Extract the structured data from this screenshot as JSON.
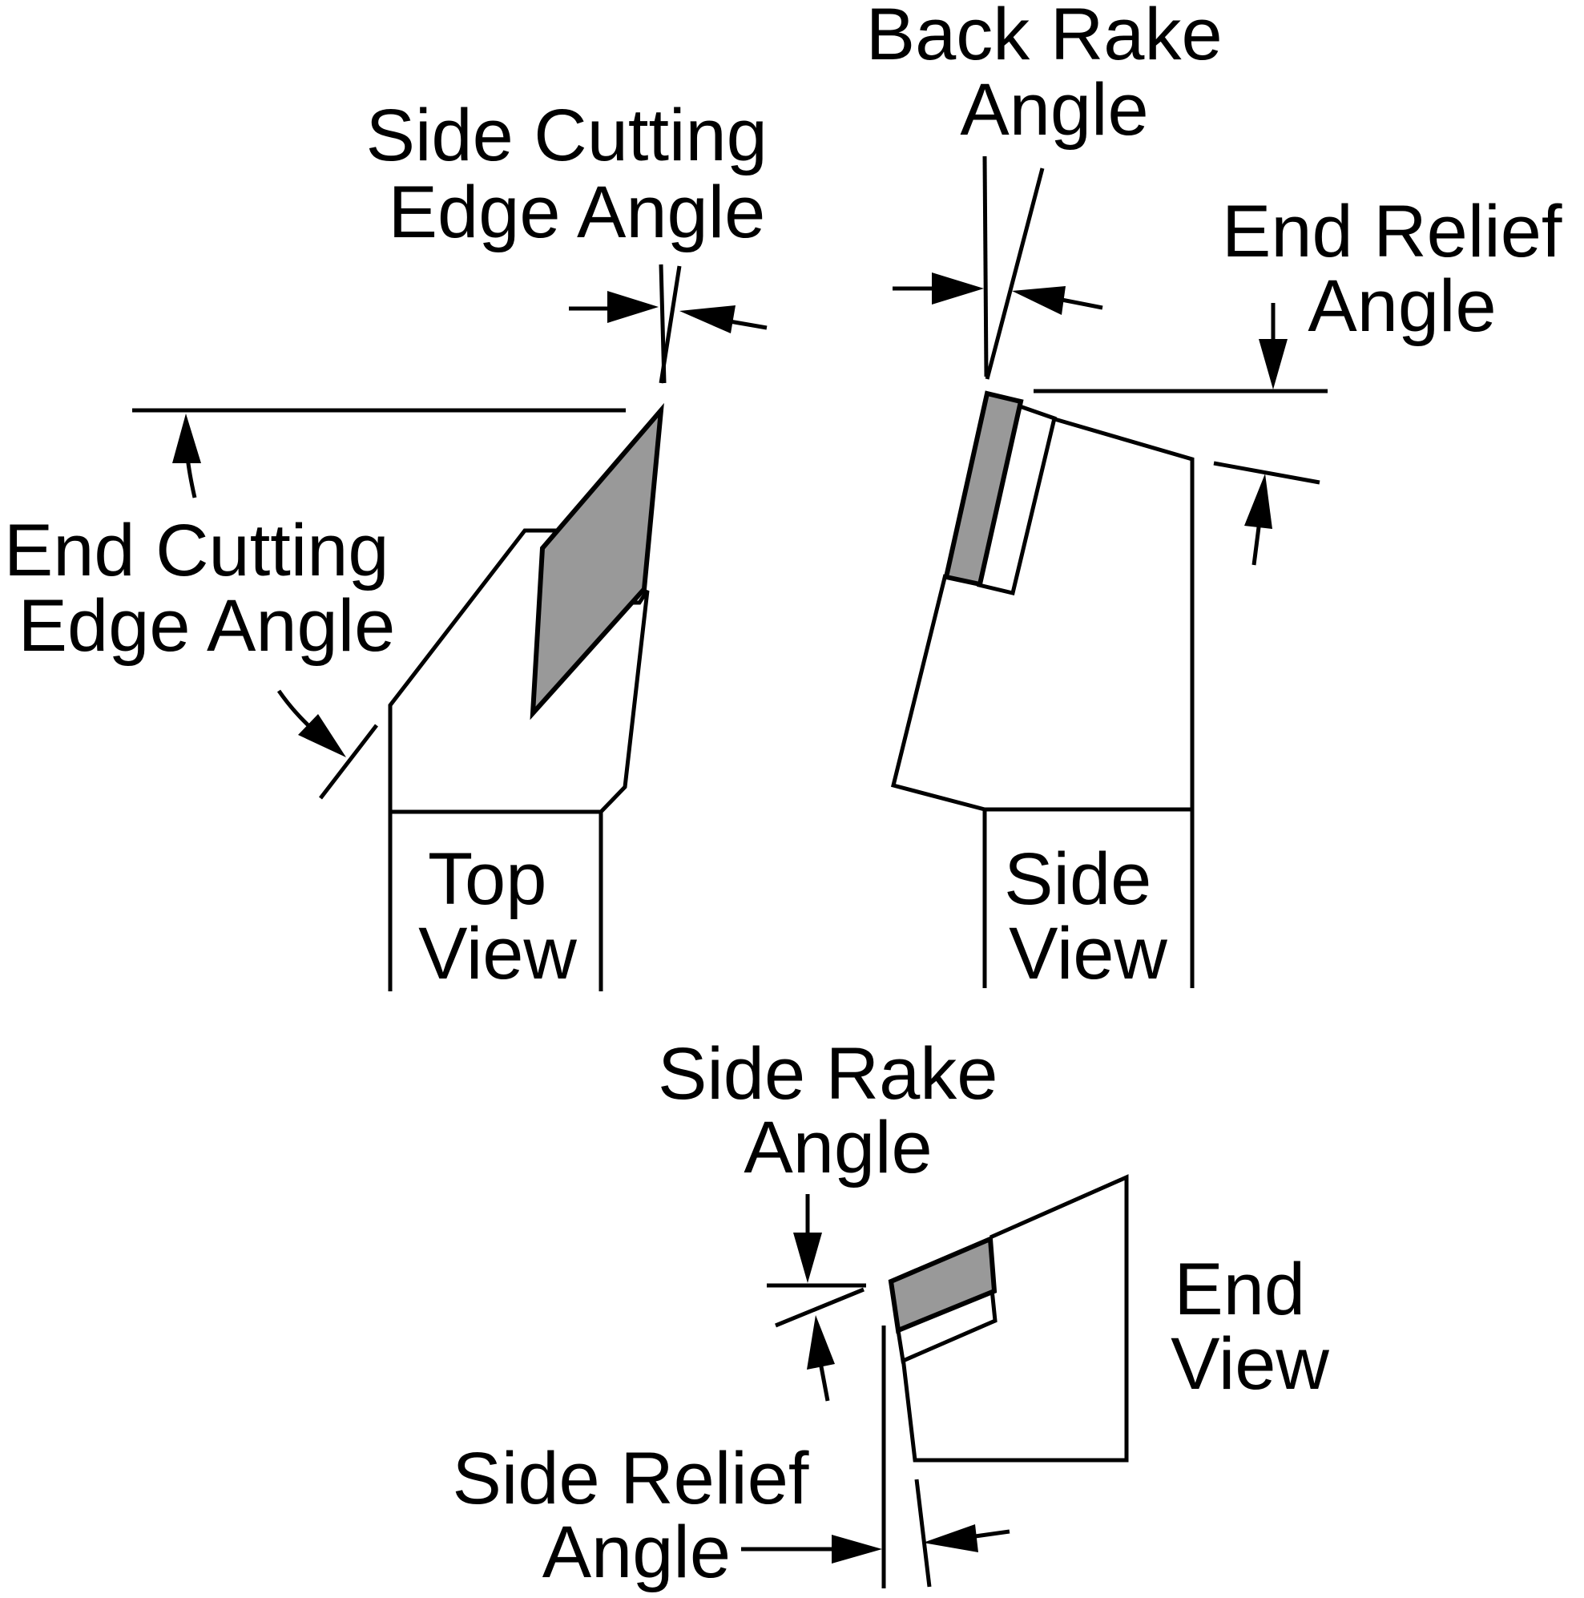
{
  "labels": {
    "side_cutting_edge_angle": [
      "Side Cutting",
      "Edge Angle"
    ],
    "back_rake_angle": [
      "Back Rake",
      "Angle"
    ],
    "end_relief_angle": [
      "End Relief",
      "Angle"
    ],
    "end_cutting_edge_angle": [
      "End Cutting",
      "Edge Angle"
    ],
    "top_view": [
      "Top",
      "View"
    ],
    "side_view": [
      "Side",
      "View"
    ],
    "side_rake_angle": [
      "Side Rake",
      "Angle"
    ],
    "end_view": [
      "End",
      "View"
    ],
    "side_relief_angle": [
      "Side Relief",
      "Angle"
    ]
  },
  "colors": {
    "line": "#000000",
    "insert_fill": "#999999",
    "background": "#ffffff"
  }
}
